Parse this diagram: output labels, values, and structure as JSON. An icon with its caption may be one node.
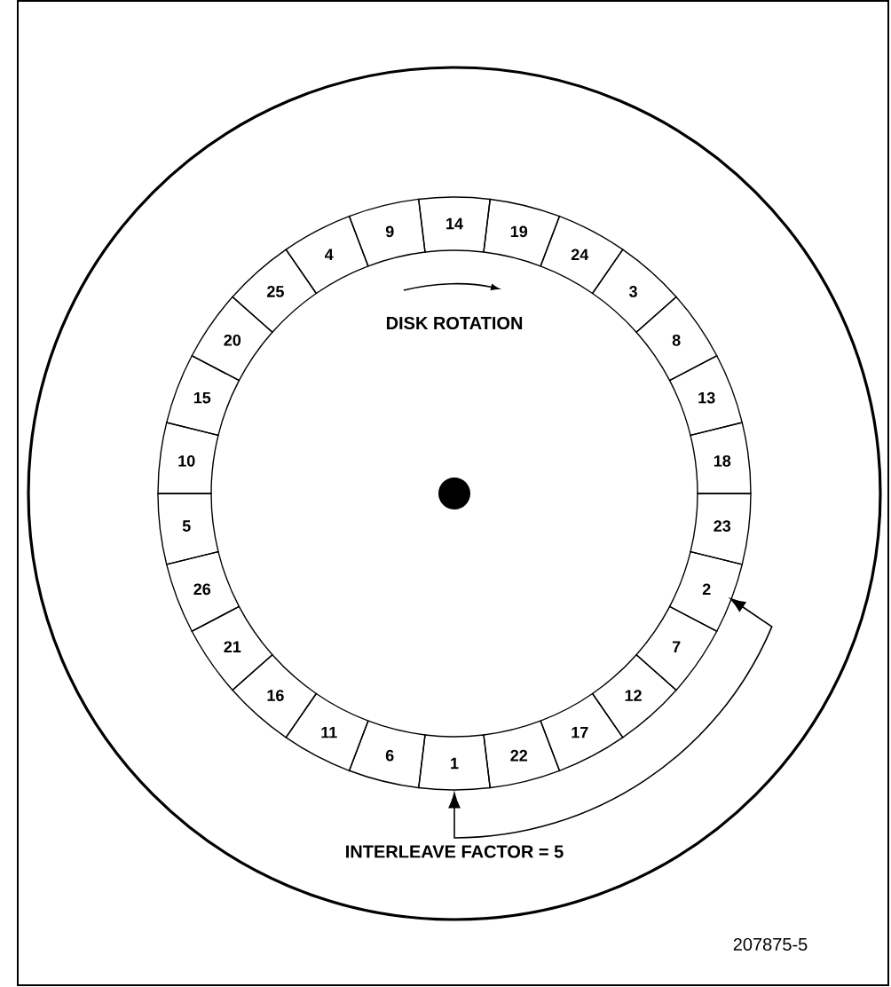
{
  "diagram": {
    "nodes": [
      {
        "text": [
          "14"
        ]
      },
      {
        "text": [
          "19"
        ]
      },
      {
        "text": [
          "24"
        ]
      },
      {
        "text": [
          "3"
        ]
      },
      {
        "text": [
          "8"
        ]
      },
      {
        "text": [
          "13"
        ]
      },
      {
        "text": [
          "18"
        ]
      },
      {
        "text": [
          "23"
        ]
      },
      {
        "text": [
          "2"
        ]
      },
      {
        "text": [
          "7"
        ]
      },
      {
        "text": [
          "12"
        ]
      },
      {
        "text": [
          "17"
        ]
      },
      {
        "text": [
          "22"
        ]
      },
      {
        "text": [
          "1"
        ]
      },
      {
        "text": [
          "6"
        ]
      },
      {
        "text": [
          "11"
        ]
      },
      {
        "text": [
          "16"
        ]
      },
      {
        "text": [
          "21"
        ]
      },
      {
        "text": [
          "26"
        ]
      },
      {
        "text": [
          "5"
        ]
      },
      {
        "text": [
          "10"
        ]
      },
      {
        "text": [
          "15"
        ]
      },
      {
        "text": [
          "20"
        ]
      },
      {
        "text": [
          "25"
        ]
      },
      {
        "text": [
          "4"
        ]
      },
      {
        "text": [
          "9"
        ]
      }
    ],
    "edges": [
      {
        "from": 13,
        "to": 8,
        "arrow": "both",
        "label": "INTERLEAVE FACTOR = 5"
      }
    ],
    "labels": [
      "DISK ROTATION",
      "207875-5"
    ]
  }
}
